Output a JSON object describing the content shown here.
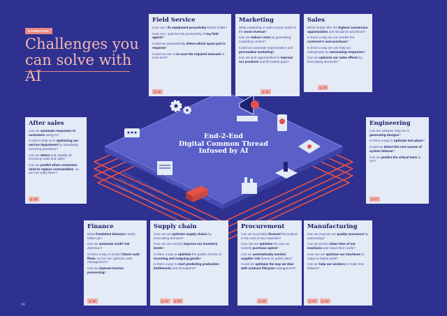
{
  "header": {
    "tag": "HOMEPAGE",
    "title_line1": "Challenges you",
    "title_line2": "can solve with AI"
  },
  "center": {
    "line1": "End-2-End",
    "line2": "Digital Common Thread",
    "line3": "Infused by AI"
  },
  "lanes": [
    "PRODUCT LIFECYCLE MANAGEMENT",
    "SUPPLY CHAIN MANAGEMENT",
    "CUSTOMER RELATIONSHIP MANAGEMENT"
  ],
  "page_number": "14",
  "cards": {
    "field_service": {
      "title": "Field Service",
      "questions": [
        {
          "pre": "How can I ",
          "bold": "fix equipment proactively",
          "post": " before it fails?"
        },
        {
          "pre": "How can I optimize the productivity of ",
          "bold": "my field agents",
          "post": "?"
        },
        {
          "pre": "Could we automatically ",
          "bold": "detect which spare part is required",
          "post": "?"
        },
        {
          "pre": "Could we use AI ",
          "bold": "to scan the required manuals",
          "post": " to save time?"
        }
      ],
      "pills": [
        "p. 46"
      ]
    },
    "marketing": {
      "title": "Marketing",
      "questions": [
        {
          "pre": "What marketing or sales motion leads to the ",
          "bold": "most revenue",
          "post": "?"
        },
        {
          "pre": "Can we ",
          "bold": "reduce costs",
          "post": " by generating marketing content?"
        },
        {
          "pre": "Could we automate segmentation and ",
          "bold": "personalize marketing",
          "post": "?"
        },
        {
          "pre": "Can we spot opportunities to ",
          "bold": "improve our products",
          "post": " and fill market gaps?"
        }
      ],
      "pills": [
        "p. 31"
      ]
    },
    "sales": {
      "title": "Sales",
      "questions": [
        {
          "pre": "Which leads offer the ",
          "bold": "highest conversion opportunities",
          "post": " and should be prioritized?"
        },
        {
          "pre": "Is there a way we can predict the ",
          "bold": "customer's next purchase",
          "post": "?"
        },
        {
          "pre": "Is there a way we can help our salespeople by ",
          "bold": "automating responses",
          "post": "?"
        },
        {
          "pre": "Can we ",
          "bold": "optimize our sales efforts",
          "post": " by forecasting demands?"
        }
      ],
      "pills": [
        "p. 37"
      ]
    },
    "after_sales": {
      "title": "After sales",
      "questions": [
        {
          "pre": "Can we ",
          "bold": "automate responses to customers",
          "post": " using AI?"
        },
        {
          "pre": "Could AI help us in ",
          "bold": "optimizing our service department",
          "post": " by translating incoming questions?"
        },
        {
          "pre": "Can we ",
          "bold": "detect",
          "post": " and classify all incoming mails and calls?"
        },
        {
          "pre": "Can we ",
          "bold": "predict when customers need to replace consumables",
          "post": ", so we can notify them?"
        }
      ],
      "pills": [
        "p. 49"
      ]
    },
    "engineering": {
      "title": "Engineering",
      "questions": [
        {
          "pre": "Can the software help me in ",
          "bold": "generating designs",
          "post": "?"
        },
        {
          "pre": "Is there a way to ",
          "bold": "optimize test plans",
          "post": "?"
        },
        {
          "pre": "Could we ",
          "bold": "detect the root causes of system failures",
          "post": "?"
        },
        {
          "pre": "Can we ",
          "bold": "predict the critical tests",
          "post": " to run?"
        }
      ],
      "pills": [
        "p. 17"
      ]
    },
    "finance": {
      "title": "Finance",
      "questions": [
        {
          "pre": "What ",
          "bold": "fraudulent behavior",
          "post": " needs follow up?"
        },
        {
          "pre": "Can we ",
          "bold": "automate credit risk",
          "post": " detection?"
        },
        {
          "pre": "Is there a way to predict ",
          "bold": "future cash flows",
          "post": ", so we can optimize cash management?"
        },
        {
          "pre": "Can we ",
          "bold": "improve invoice processing",
          "post": "?"
        }
      ],
      "pills": [
        "p. 56"
      ]
    },
    "supply_chain": {
      "title": "Supply chain",
      "questions": [
        {
          "pre": "How can we ",
          "bold": "optimize supply chains",
          "post": " by forecasting demand?"
        },
        {
          "pre": "How can we actively ",
          "bold": "improve our inventory levels",
          "post": "?"
        },
        {
          "pre": "Is there a way to ",
          "bold": "optimize",
          "post": " the quality checks on ",
          "bold2": "incoming and outgoing goods",
          "post2": "?"
        },
        {
          "pre": "Is there a way to ",
          "bold": "start predicting production bottlenecks",
          "post": " and disruptions?"
        }
      ],
      "pills": [
        "p. 27",
        "p. 35"
      ]
    },
    "procurement": {
      "title": "Procurement",
      "questions": [
        {
          "pre": "Can we accurately ",
          "bold": "forecast",
          "post": " fluctuations in the cost of raw materials?"
        },
        {
          "pre": "How can we ",
          "bold": "optimize",
          "post": " the way we classify ",
          "bold2": "purchase spend",
          "post2": "?"
        },
        {
          "pre": "Can we ",
          "bold": "automatically monitor supplier risk",
          "post": " based on public data?"
        },
        {
          "pre": "Could we ",
          "bold": "optimize the way we deal with contract lifecycle",
          "post": " management?"
        }
      ],
      "pills": [
        "p. 20"
      ]
    },
    "manufacturing": {
      "title": "Manufacturing",
      "questions": [
        {
          "pre": "Can we improve our ",
          "bold": "quality assurance",
          "post": " by automating?"
        },
        {
          "pre": "Can we predict ",
          "bold": "down time of our machines",
          "post": " and repair them early?"
        },
        {
          "pre": "How can we ",
          "bold": "optimize our machines",
          "post": " to output a higher yield?"
        },
        {
          "pre": "Can we ",
          "bold": "help our workers",
          "post": " to make less failures?"
        }
      ],
      "pills": [
        "p. 24",
        "p. 42"
      ]
    }
  },
  "colors": {
    "background": "#2e3190",
    "card": "#e4eaf6",
    "accent": "#f2a9a3",
    "ring": "#e4524a",
    "platform": "#5a60c8"
  },
  "icons": [
    "gear-icon",
    "megaphone-icon",
    "laptop-icon",
    "phone-icon",
    "chat-icon",
    "blueprint-icon",
    "truck-icon",
    "factory-icon",
    "robot-arm-icon",
    "document-icon"
  ]
}
